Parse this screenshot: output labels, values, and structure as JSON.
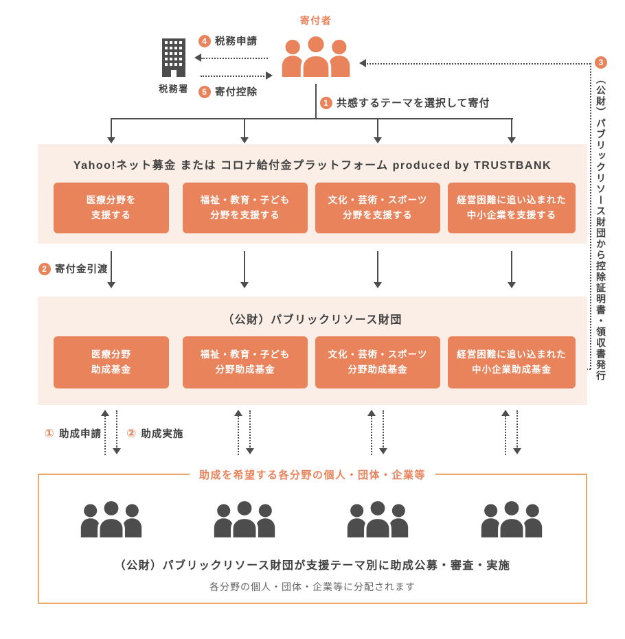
{
  "colors": {
    "accent": "#E8835C",
    "panel": "#FAEEE6",
    "dark": "#4D4D4D",
    "borderOrange": "#ECA76B",
    "sub": "#666666"
  },
  "top": {
    "donor_label": "寄付者",
    "tax_office_label": "税務署",
    "step4_num": "4",
    "step4_label": "税務申請",
    "step5_num": "5",
    "step5_label": "寄付控除",
    "step1_num": "1",
    "step1_label": "共感するテーマを選択して寄付"
  },
  "platform": {
    "title": "Yahoo!ネット募金 または コロナ給付金プラットフォーム produced by TRUSTBANK",
    "buttons": [
      "医療分野を\n支援する",
      "福祉・教育・子ども\n分野を支援する",
      "文化・芸術・スポーツ\n分野を支援する",
      "経営困難に追い込まれた\n中小企業を支援する"
    ]
  },
  "transfer": {
    "num": "2",
    "label": "寄付金引渡"
  },
  "foundation": {
    "title": "（公財）パブリックリソース財団",
    "funds": [
      "医療分野\n助成基金",
      "福祉・教育・子ども\n分野助成基金",
      "文化・芸術・スポーツ\n分野助成基金",
      "経営困難に追い込まれた\n中小企業助成基金"
    ]
  },
  "grants": {
    "apply_num": "①",
    "apply_label": "助成申請",
    "execute_num": "②",
    "execute_label": "助成実施"
  },
  "recipients": {
    "title": "助成を希望する各分野の個人・団体・企業等",
    "line1": "（公財）パブリックリソース財団が支援テーマ別に助成公募・審査・実施",
    "line2": "各分野の個人・団体・企業等に分配されます"
  },
  "certificate": {
    "num": "3",
    "label": "（公財）パブリックリソース財団から控除証明書・領収書発行"
  }
}
